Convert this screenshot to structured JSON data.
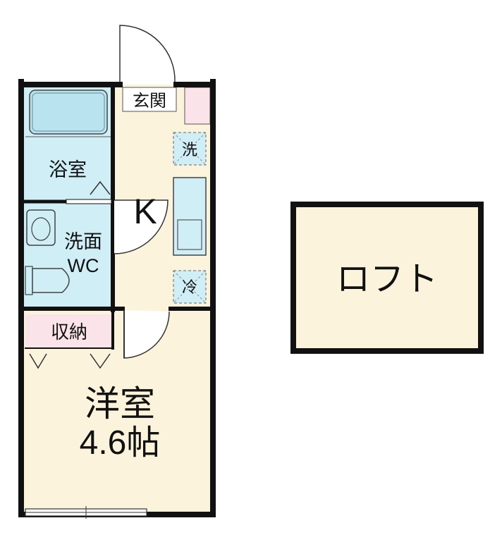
{
  "rooms": {
    "entrance": "玄関",
    "washer": "洗",
    "bathroom": "浴室",
    "kitchen": "K",
    "washroom": "洗面",
    "wc": "WC",
    "fridge": "冷",
    "closet": "収納",
    "western_room": "洋室",
    "western_room_size": "4.6帖",
    "loft": "ロフト"
  },
  "colors": {
    "floor": "#fbf3dc",
    "water": "#cfeef6",
    "tub": "#b9e3ee",
    "closet": "#fbe3ea",
    "wall": "#111111"
  }
}
